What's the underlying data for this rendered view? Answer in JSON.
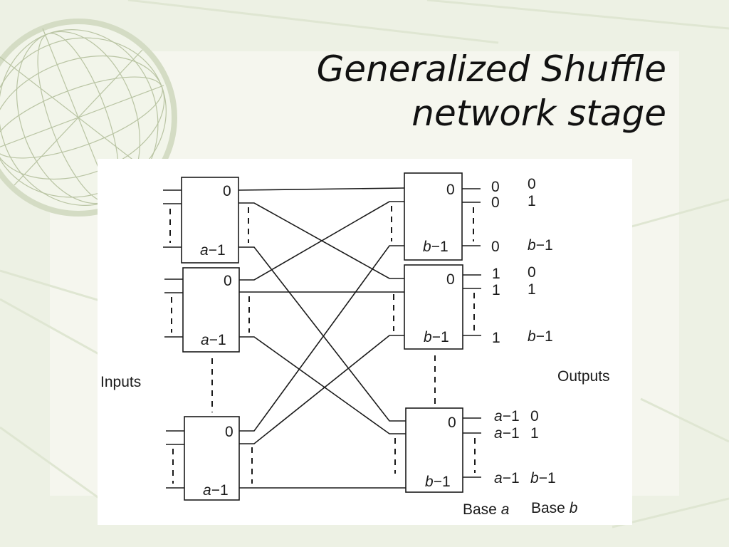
{
  "slide": {
    "title_line1": "Generalized Shuffle",
    "title_line2": "network stage"
  },
  "diagram": {
    "inputs_label": "Inputs",
    "outputs_label": "Outputs",
    "left_switches": [
      {
        "top_port": "0",
        "bottom_port_var": "a",
        "bottom_port_suffix": "−1"
      },
      {
        "top_port": "0",
        "bottom_port_var": "a",
        "bottom_port_suffix": "−1"
      },
      {
        "top_port": "0",
        "bottom_port_var": "a",
        "bottom_port_suffix": "−1"
      }
    ],
    "right_switches": [
      {
        "top_port": "0",
        "bottom_port_var": "b",
        "bottom_port_suffix": "−1"
      },
      {
        "top_port": "0",
        "bottom_port_var": "b",
        "bottom_port_suffix": "−1"
      },
      {
        "top_port": "0",
        "bottom_port_var": "b",
        "bottom_port_suffix": "−1"
      }
    ],
    "output_labels": [
      {
        "base_a": "0",
        "base_b": "0"
      },
      {
        "base_a": "0",
        "base_b": "1"
      },
      {
        "base_a": "0",
        "base_b_var": "b",
        "base_b_suffix": "−1"
      },
      {
        "base_a": "1",
        "base_b": "0"
      },
      {
        "base_a": "1",
        "base_b": "1"
      },
      {
        "base_a": "1",
        "base_b_var": "b",
        "base_b_suffix": "−1"
      },
      {
        "base_a_var": "a",
        "base_a_suffix": "−1",
        "base_b": "0"
      },
      {
        "base_a_var": "a",
        "base_a_suffix": "−1",
        "base_b": "1"
      },
      {
        "base_a_var": "a",
        "base_a_suffix": "−1",
        "base_b_var": "b",
        "base_b_suffix": "−1"
      }
    ],
    "base_legend": {
      "base_word": "Base",
      "var_a": "a",
      "var_b": "b"
    }
  }
}
